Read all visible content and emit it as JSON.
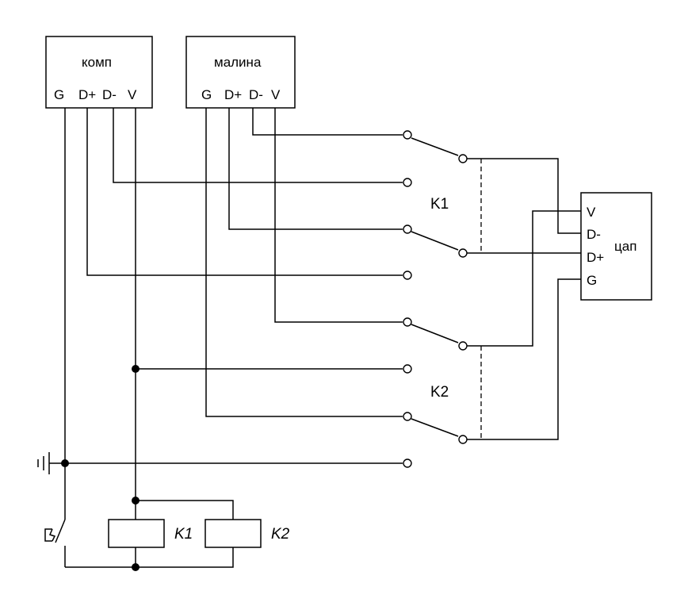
{
  "devices": {
    "komp": {
      "title": "комп",
      "pins": [
        "G",
        "D+",
        "D-",
        "V"
      ]
    },
    "malina": {
      "title": "малина",
      "pins": [
        "G",
        "D+",
        "D-",
        "V"
      ]
    },
    "dac": {
      "title": "цап",
      "pins": [
        "V",
        "D-",
        "D+",
        "G"
      ]
    }
  },
  "relays": {
    "k1": "K1",
    "k2": "K2"
  },
  "coils": {
    "k1": "K1",
    "k2": "K2"
  }
}
